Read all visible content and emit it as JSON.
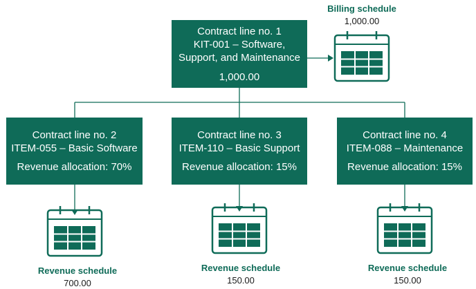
{
  "contract": {
    "line": "Contract line no. 1",
    "item_line1": "KIT-001 – Software,",
    "item_line2": "Support, and Maintenance",
    "amount": "1,000.00"
  },
  "billing": {
    "label": "Billing schedule",
    "amount": "1,000.00",
    "icon": "calendar-icon"
  },
  "children": [
    {
      "line": "Contract line no. 2",
      "item": "ITEM-055 – Basic Software",
      "allocation": "Revenue allocation: 70%",
      "schedule_label": "Revenue schedule",
      "schedule_amount": "700.00"
    },
    {
      "line": "Contract line no. 3",
      "item": "ITEM-110 – Basic Support",
      "allocation": "Revenue allocation: 15%",
      "schedule_label": "Revenue schedule",
      "schedule_amount": "150.00"
    },
    {
      "line": "Contract line no. 4",
      "item": "ITEM-088 – Maintenance",
      "allocation": "Revenue allocation: 15%",
      "schedule_label": "Revenue schedule",
      "schedule_amount": "150.00"
    }
  ],
  "colors": {
    "box": "#0f6b58",
    "text": "#ffffff",
    "caption": "#0f6b58"
  }
}
